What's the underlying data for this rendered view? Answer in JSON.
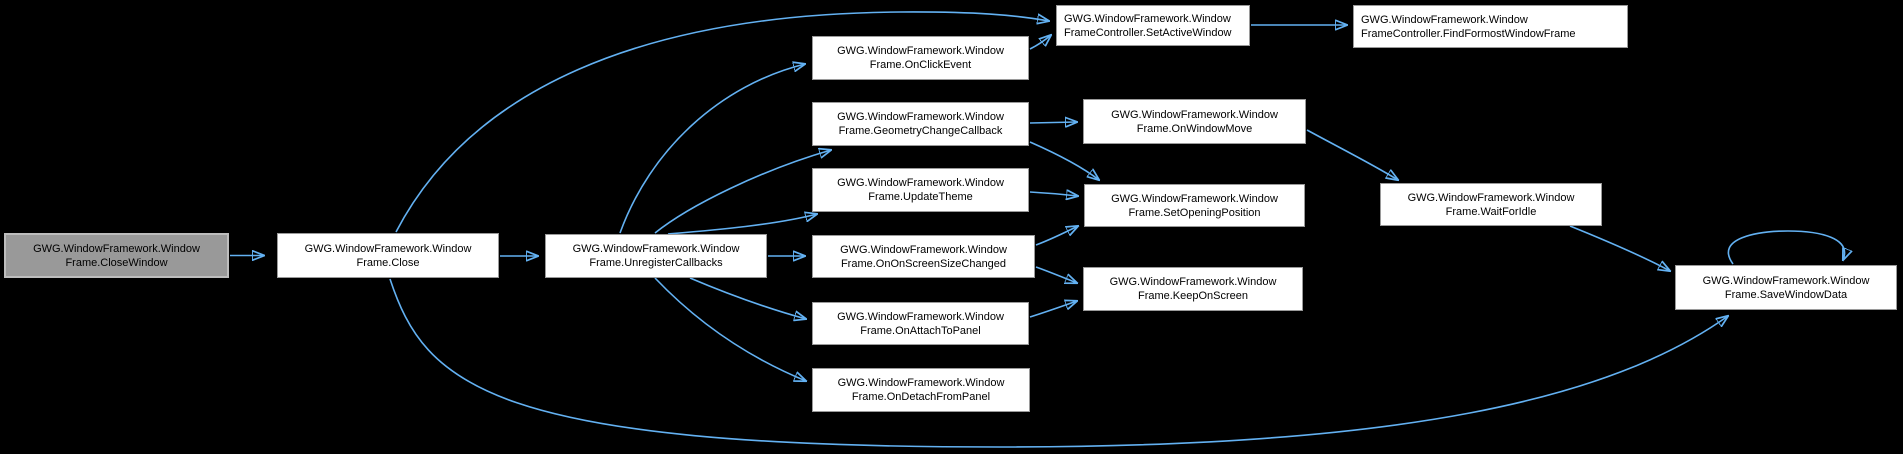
{
  "diagram": {
    "type": "call-graph",
    "background_color": "#000000",
    "edge_color": "#63b1f2",
    "node_fill_color": "#ffffff",
    "node_border_color": "#9a9a9a",
    "root_node_fill_color": "#999999",
    "nodes": [
      {
        "id": "close-window",
        "line1": "GWG.WindowFramework.Window",
        "line2": "Frame.CloseWindow",
        "highlighted": true
      },
      {
        "id": "close",
        "line1": "GWG.WindowFramework.Window",
        "line2": "Frame.Close"
      },
      {
        "id": "unregister-callbacks",
        "line1": "GWG.WindowFramework.Window",
        "line2": "Frame.UnregisterCallbacks"
      },
      {
        "id": "on-click-event",
        "line1": "GWG.WindowFramework.Window",
        "line2": "Frame.OnClickEvent"
      },
      {
        "id": "set-active-window",
        "line1": "GWG.WindowFramework.Window",
        "line2": "FrameController.SetActiveWindow"
      },
      {
        "id": "find-formost-window-frame",
        "line1": "GWG.WindowFramework.Window",
        "line2": "FrameController.FindFormostWindowFrame"
      },
      {
        "id": "geometry-change-callback",
        "line1": "GWG.WindowFramework.Window",
        "line2": "Frame.GeometryChangeCallback"
      },
      {
        "id": "on-window-move",
        "line1": "GWG.WindowFramework.Window",
        "line2": "Frame.OnWindowMove"
      },
      {
        "id": "update-theme",
        "line1": "GWG.WindowFramework.Window",
        "line2": "Frame.UpdateTheme"
      },
      {
        "id": "set-opening-position",
        "line1": "GWG.WindowFramework.Window",
        "line2": "Frame.SetOpeningPosition"
      },
      {
        "id": "wait-for-idle",
        "line1": "GWG.WindowFramework.Window",
        "line2": "Frame.WaitForIdle"
      },
      {
        "id": "on-on-screen-size-changed",
        "line1": "GWG.WindowFramework.Window",
        "line2": "Frame.OnOnScreenSizeChanged"
      },
      {
        "id": "keep-on-screen",
        "line1": "GWG.WindowFramework.Window",
        "line2": "Frame.KeepOnScreen"
      },
      {
        "id": "on-attach-to-panel",
        "line1": "GWG.WindowFramework.Window",
        "line2": "Frame.OnAttachToPanel"
      },
      {
        "id": "on-detach-from-panel",
        "line1": "GWG.WindowFramework.Window",
        "line2": "Frame.OnDetachFromPanel"
      },
      {
        "id": "save-window-data",
        "line1": "GWG.WindowFramework.Window",
        "line2": "Frame.SaveWindowData"
      }
    ],
    "edges": [
      {
        "from": "close-window",
        "to": "close"
      },
      {
        "from": "close",
        "to": "unregister-callbacks"
      },
      {
        "from": "close",
        "to": "set-active-window"
      },
      {
        "from": "close",
        "to": "save-window-data"
      },
      {
        "from": "unregister-callbacks",
        "to": "on-click-event"
      },
      {
        "from": "unregister-callbacks",
        "to": "geometry-change-callback"
      },
      {
        "from": "unregister-callbacks",
        "to": "update-theme"
      },
      {
        "from": "unregister-callbacks",
        "to": "on-on-screen-size-changed"
      },
      {
        "from": "unregister-callbacks",
        "to": "on-attach-to-panel"
      },
      {
        "from": "unregister-callbacks",
        "to": "on-detach-from-panel"
      },
      {
        "from": "on-click-event",
        "to": "set-active-window"
      },
      {
        "from": "set-active-window",
        "to": "find-formost-window-frame"
      },
      {
        "from": "geometry-change-callback",
        "to": "on-window-move"
      },
      {
        "from": "geometry-change-callback",
        "to": "set-opening-position"
      },
      {
        "from": "update-theme",
        "to": "set-opening-position"
      },
      {
        "from": "on-window-move",
        "to": "wait-for-idle"
      },
      {
        "from": "on-on-screen-size-changed",
        "to": "set-opening-position"
      },
      {
        "from": "on-on-screen-size-changed",
        "to": "keep-on-screen"
      },
      {
        "from": "on-attach-to-panel",
        "to": "keep-on-screen"
      },
      {
        "from": "wait-for-idle",
        "to": "save-window-data"
      },
      {
        "from": "save-window-data",
        "to": "save-window-data"
      }
    ]
  }
}
